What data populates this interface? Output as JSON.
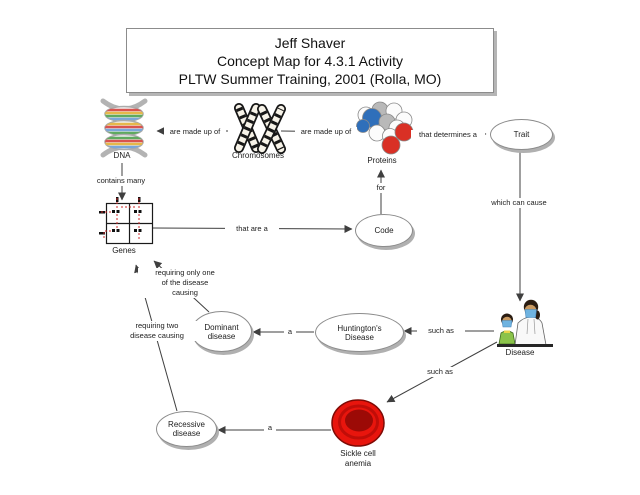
{
  "title": {
    "line1": "Jeff Shaver",
    "line2": "Concept Map for 4.3.1 Activity",
    "line3": "PLTW Summer Training, 2001 (Rolla, MO)"
  },
  "nodes": {
    "dna": {
      "label": "DNA"
    },
    "chromosomes": {
      "label": "Chromosomes"
    },
    "proteins": {
      "label": "Proteins"
    },
    "genes": {
      "label": "Genes"
    },
    "trait": {
      "label": "Trait"
    },
    "code": {
      "label": "Code"
    },
    "disease": {
      "label": "Disease"
    },
    "huntingtons": {
      "line1": "Huntington's",
      "line2": "Disease"
    },
    "dominant": {
      "line1": "Dominant",
      "line2": "disease"
    },
    "recessive": {
      "line1": "Recessive",
      "line2": "disease"
    },
    "sickle": {
      "line1": "Sickle cell",
      "line2": "anemia"
    }
  },
  "connectors": {
    "dna_chromosomes": "are made up of",
    "chromosomes_proteins": "are made up of",
    "proteins_trait": "that determines a",
    "dna_genes": "contains many",
    "genes_code": "that are a",
    "code_proteins": "for",
    "trait_disease": "which can cause",
    "disease_huntingtons": "such as",
    "disease_sickle": "such as",
    "huntingtons_dominant": "a",
    "sickle_recessive": "a",
    "dominant_genes": {
      "line1": "requiring only one",
      "line2": "of the disease",
      "line3": "causing"
    },
    "recessive_genes": {
      "line1": "requiring two",
      "line2": "disease causing"
    }
  },
  "colors": {
    "line": "#3f3f3f",
    "label_text": "#1c1c1c",
    "oval_border": "#8c8c8c",
    "oval_shadow": "#b0b0b0",
    "box_border": "#8c8c8c",
    "box_shadow": "#b5b5b5",
    "dna_strand": "#b3b3b3",
    "stripe_red": "#d9534f",
    "stripe_yellow": "#e6b84a",
    "stripe_green": "#5faa5f",
    "stripe_blue": "#7aa7d9",
    "chromosome_fill": "#f7f3e8",
    "chromosome_band": "#171717",
    "protein_blue": "#2f6fba",
    "protein_red": "#d93025",
    "protein_gray": "#b9b9b9",
    "gene_red": "#cc2a2a",
    "mask_blue": "#6fb3e0",
    "coat_white": "#f9f9f9",
    "shirt_green": "#8bc34a",
    "skin": "#c99a62",
    "hair": "#2b1d12",
    "sickle_red": "#e8150d",
    "sickle_dark": "#9c0a06"
  }
}
